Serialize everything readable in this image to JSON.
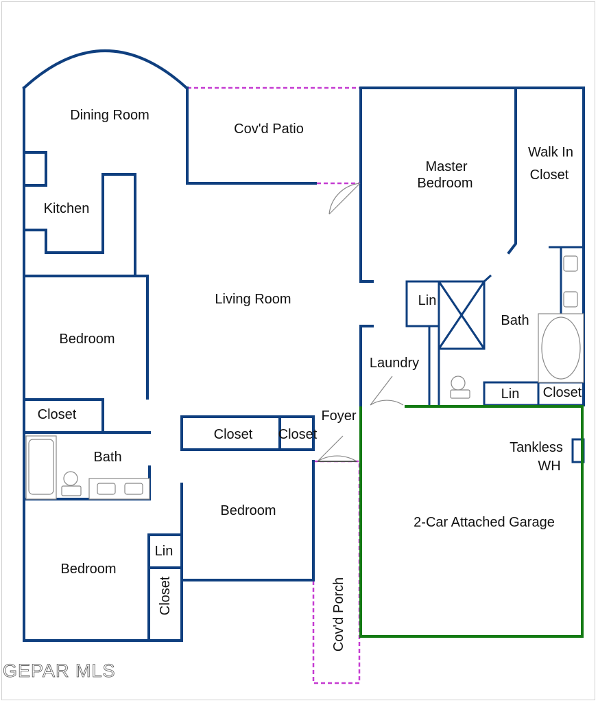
{
  "rooms": {
    "dining_room": "Dining Room",
    "covd_patio": "Cov'd Patio",
    "master_bedroom_1": "Master",
    "master_bedroom_2": "Bedroom",
    "walk_in_closet_1": "Walk In",
    "walk_in_closet_2": "Closet",
    "kitchen": "Kitchen",
    "living_room": "Living Room",
    "bedroom_left": "Bedroom",
    "lin_master": "Lin",
    "master_bath": "Bath",
    "laundry": "Laundry",
    "lin_bath_bottom": "Lin",
    "master_closet": "Closet",
    "closet_left": "Closet",
    "foyer": "Foyer",
    "closet_mid_1": "Closet",
    "closet_mid_2": "Closet",
    "tankless_1": "Tankless",
    "tankless_2": "WH",
    "bath_left": "Bath",
    "bedroom_mid": "Bedroom",
    "garage": "2-Car Attached Garage",
    "lin_left": "Lin",
    "bedroom_bottom": "Bedroom",
    "closet_vertical": "Closet",
    "covd_porch": "Cov'd Porch"
  },
  "watermark": "GEPAR MLS",
  "colors": {
    "wall": "#0f3f7f",
    "garage": "#137a13",
    "covered": "#c53bd1"
  }
}
